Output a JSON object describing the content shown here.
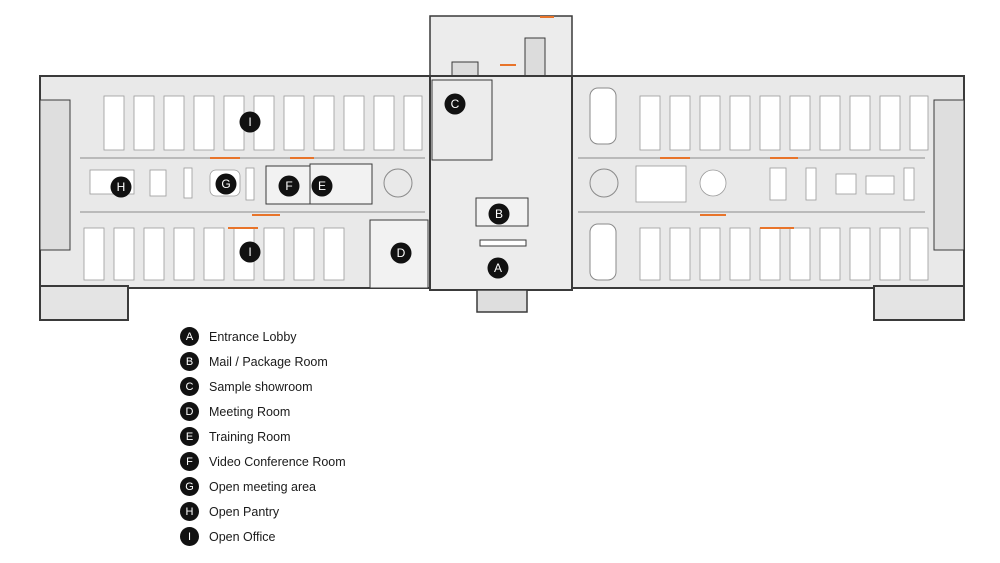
{
  "colors": {
    "floor": "#e9e9e9",
    "wall": "#3a3a3a",
    "desk": "#ffffff",
    "annotation": "#e8742a",
    "marker": "#111111"
  },
  "markers": [
    {
      "id": "A",
      "label": "Entrance Lobby"
    },
    {
      "id": "B",
      "label": "Mail / Package Room"
    },
    {
      "id": "C",
      "label": "Sample showroom"
    },
    {
      "id": "D",
      "label": "Meeting Room"
    },
    {
      "id": "E",
      "label": "Training Room"
    },
    {
      "id": "F",
      "label": "Video Conference Room"
    },
    {
      "id": "G",
      "label": "Open meeting area"
    },
    {
      "id": "H",
      "label": "Open Pantry"
    },
    {
      "id": "I",
      "label": "Open Office"
    }
  ]
}
